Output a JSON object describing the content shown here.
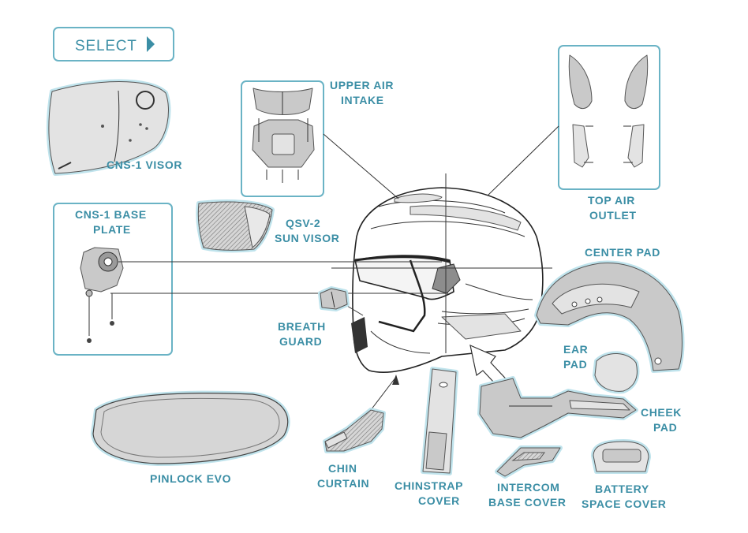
{
  "select_button": {
    "label": "SELECT"
  },
  "labels": {
    "cns1_visor": "CNS-1 VISOR",
    "upper_air_intake": [
      "UPPER AIR",
      "INTAKE"
    ],
    "top_air_outlet": [
      "TOP AIR",
      "OUTLET"
    ],
    "cns1_base_plate": [
      "CNS-1 BASE",
      "PLATE"
    ],
    "qsv2_sun_visor": [
      "QSV-2",
      "SUN VISOR"
    ],
    "center_pad": "CENTER PAD",
    "breath_guard": [
      "BREATH",
      "GUARD"
    ],
    "ear_pad": [
      "EAR",
      "PAD"
    ],
    "cheek_pad": [
      "CHEEK",
      "PAD"
    ],
    "pinlock_evo": "PINLOCK EVO",
    "chin_curtain": [
      "CHIN",
      "CURTAIN"
    ],
    "chinstrap_cover": [
      "CHINSTRAP",
      "COVER"
    ],
    "intercom_base_cover": [
      "INTERCOM",
      "BASE COVER"
    ],
    "battery_space_cover": [
      "BATTERY",
      "SPACE COVER"
    ]
  },
  "colors": {
    "accent": "#3b8ea5",
    "outline": "#6ab3c5",
    "halo": "#bfe3ec",
    "part_fill": "#c9c9c9"
  }
}
